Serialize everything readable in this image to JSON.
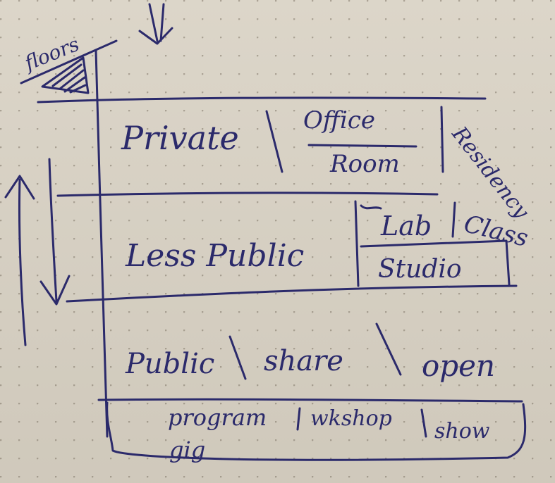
{
  "sketch": {
    "corner_label": "floors",
    "rows": [
      {
        "name": "private",
        "items": [
          "Private",
          "Office",
          "Room",
          "Residency"
        ]
      },
      {
        "name": "less-public",
        "items": [
          "Less Public",
          "Lab",
          "Class",
          "Studio"
        ]
      },
      {
        "name": "public",
        "items": [
          "Public",
          "share",
          "open"
        ]
      },
      {
        "name": "ground",
        "items": [
          "program",
          "gig",
          "wkshop",
          "show"
        ]
      }
    ]
  }
}
